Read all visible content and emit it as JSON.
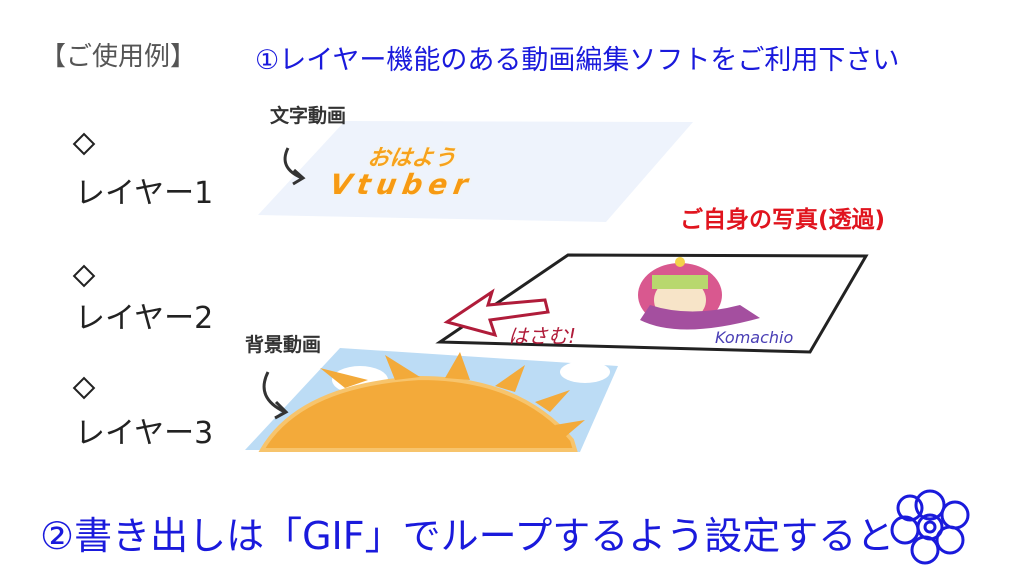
{
  "title": "【ご使用例】",
  "step1": "①レイヤー機能のある動画編集ソフトをご利用下さい",
  "step2": "②書き出しは「GIF」でループするよう設定すると",
  "layers": [
    {
      "label": "レイヤー1",
      "caption": "文字動画"
    },
    {
      "label": "レイヤー2",
      "caption": "ご自身の写真(透過)"
    },
    {
      "label": "レイヤー3",
      "caption": "背景動画"
    }
  ],
  "text_layer": {
    "line1": "おはよう",
    "line2": "Vtuber"
  },
  "arrow_label": "はさむ!",
  "signature": "Komachio",
  "colors": {
    "hand_blue": "#1a1adc",
    "red": "#e0141e",
    "orange": "#f7a21b",
    "sky": "#bcdcf5",
    "layer1_bg": "#eef3fc"
  }
}
